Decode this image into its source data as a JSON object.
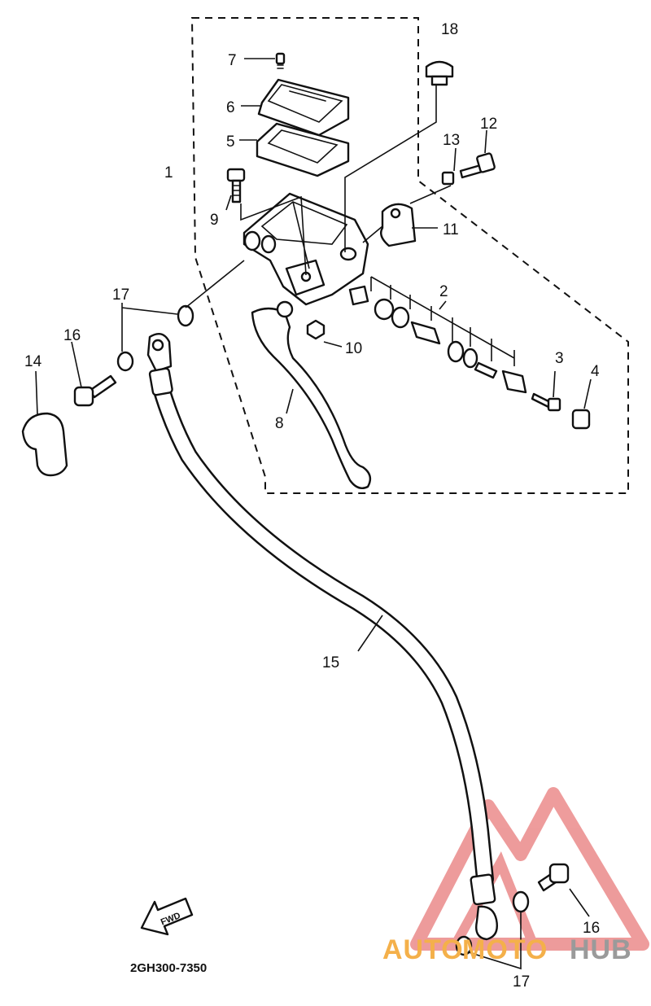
{
  "diagram": {
    "code": "2GH300-7350",
    "fwd_text": "FWD",
    "watermark": {
      "part1": "AUTO",
      "part2": "MOTO",
      "part3": "HUB",
      "color_primary": "#f4b04a",
      "color_secondary": "#e36a6a",
      "color_tertiary": "#9a9a9a"
    },
    "labels": {
      "p1": "1",
      "p2": "2",
      "p3": "3",
      "p4": "4",
      "p5": "5",
      "p6": "6",
      "p7": "7",
      "p8": "8",
      "p9": "9",
      "p10": "10",
      "p11": "11",
      "p12": "12",
      "p13": "13",
      "p14": "14",
      "p15": "15",
      "p16a": "16",
      "p16b": "16",
      "p17a": "17",
      "p17b": "17",
      "p18": "18"
    }
  }
}
